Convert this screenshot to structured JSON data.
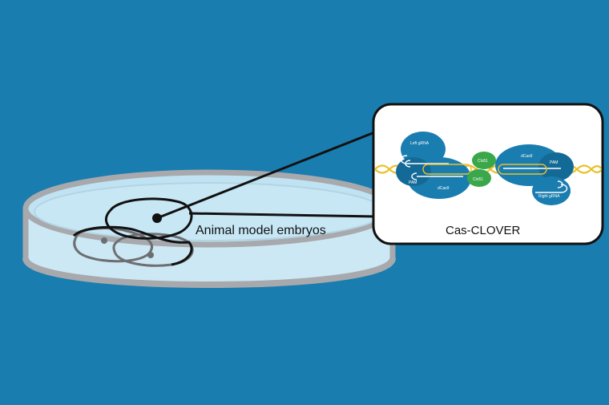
{
  "scene": {
    "background_color": "#1a7db0",
    "dish_label": "Animal model embryos",
    "inset_caption": "Cas-CLOVER"
  },
  "complex": {
    "left_grna": "Left gRNA",
    "right_grna": "Right gRNA",
    "pam_left": "PAM",
    "pam_right": "PAM",
    "dcas9_left": "dCas9",
    "dcas9_right": "dCas9",
    "clo51_top": "Clo51",
    "clo51_bottom": "Clo51"
  },
  "colors": {
    "dish_rim": "#a7a9ac",
    "dish_fill": "#d6eef8",
    "dish_liquid": "#bfe3f3",
    "dcas9_blue": "#1a7db0",
    "dcas9_dark": "#146a96",
    "clo51_green": "#3aa74a",
    "dna_yellow": "#e9c129",
    "inset_fill": "#ffffff",
    "outline": "#111111"
  }
}
